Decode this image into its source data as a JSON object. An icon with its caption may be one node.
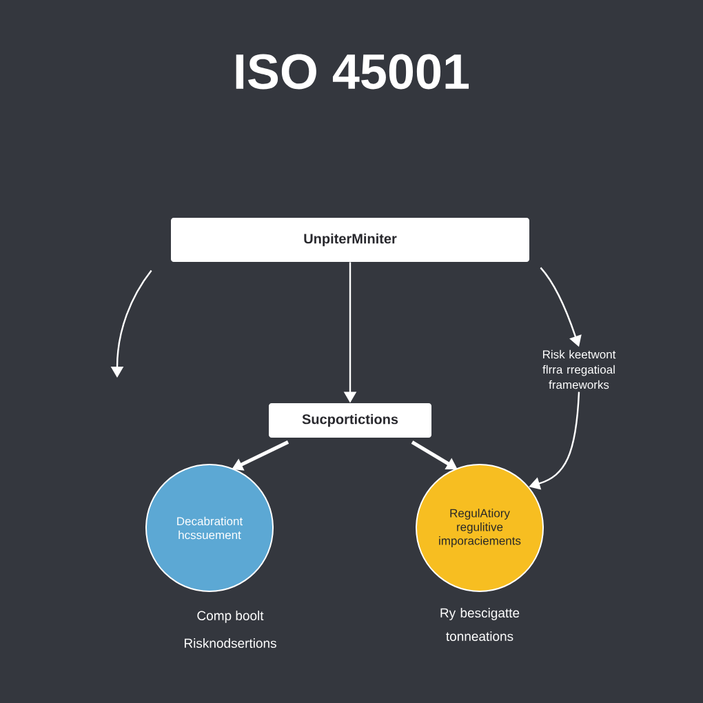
{
  "diagram": {
    "title": "ISO 45001",
    "nodes": [
      {
        "text": [
          "UnpiterMiniter"
        ]
      },
      {
        "text": [
          "Sucportictions"
        ]
      },
      {
        "text": [
          "Decabrationt hcssuement"
        ],
        "beside": [
          "Comp boolt",
          "Risknodsertions"
        ]
      },
      {
        "text": [
          "RegulAtiory regulitive imporaciements"
        ],
        "beside": [
          "Ry bescigatte tonneations"
        ]
      },
      {
        "text": [
          "Risk keetwont flrra rregatioal frameworks"
        ]
      }
    ],
    "edges": [
      {
        "from": 0,
        "to": null,
        "arrow": "to"
      },
      {
        "from": 0,
        "to": 1,
        "arrow": "to"
      },
      {
        "from": 0,
        "to": 4,
        "arrow": "to"
      },
      {
        "from": 4,
        "to": 3,
        "arrow": "to"
      },
      {
        "from": 1,
        "to": 2,
        "arrow": "to"
      },
      {
        "from": 1,
        "to": 3,
        "arrow": "to"
      }
    ]
  }
}
